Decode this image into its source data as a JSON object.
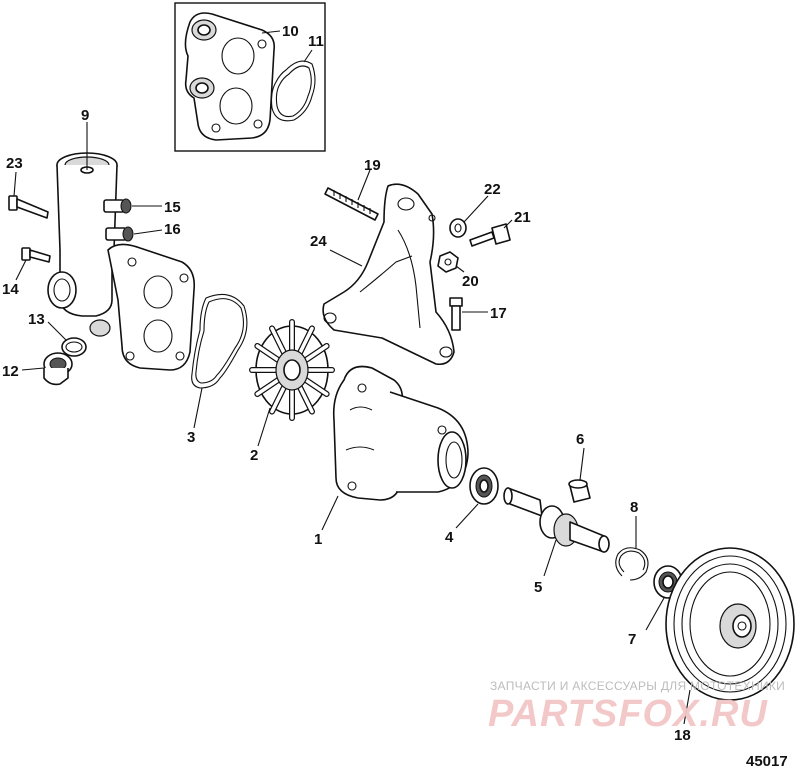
{
  "figure_number": "45017",
  "watermark": {
    "tagline": "ЗАПЧАСТИ И АКСЕССУАРЫ ДЛЯ МОТОТЕХНИКИ",
    "brand": "PARTSFOX.RU"
  },
  "callouts": {
    "c1": "1",
    "c2": "2",
    "c3": "3",
    "c4": "4",
    "c5": "5",
    "c6": "6",
    "c7": "7",
    "c8": "8",
    "c9": "9",
    "c10": "10",
    "c11": "11",
    "c12": "12",
    "c13": "13",
    "c14": "14",
    "c15": "15",
    "c16": "16",
    "c17": "17",
    "c18": "18",
    "c19": "19",
    "c20": "20",
    "c21": "21",
    "c22": "22",
    "c23": "23",
    "c24": "24"
  },
  "colors": {
    "line": "#111111",
    "watermark_brand": "#f3c6c6",
    "watermark_tagline": "#b9b9b9"
  }
}
